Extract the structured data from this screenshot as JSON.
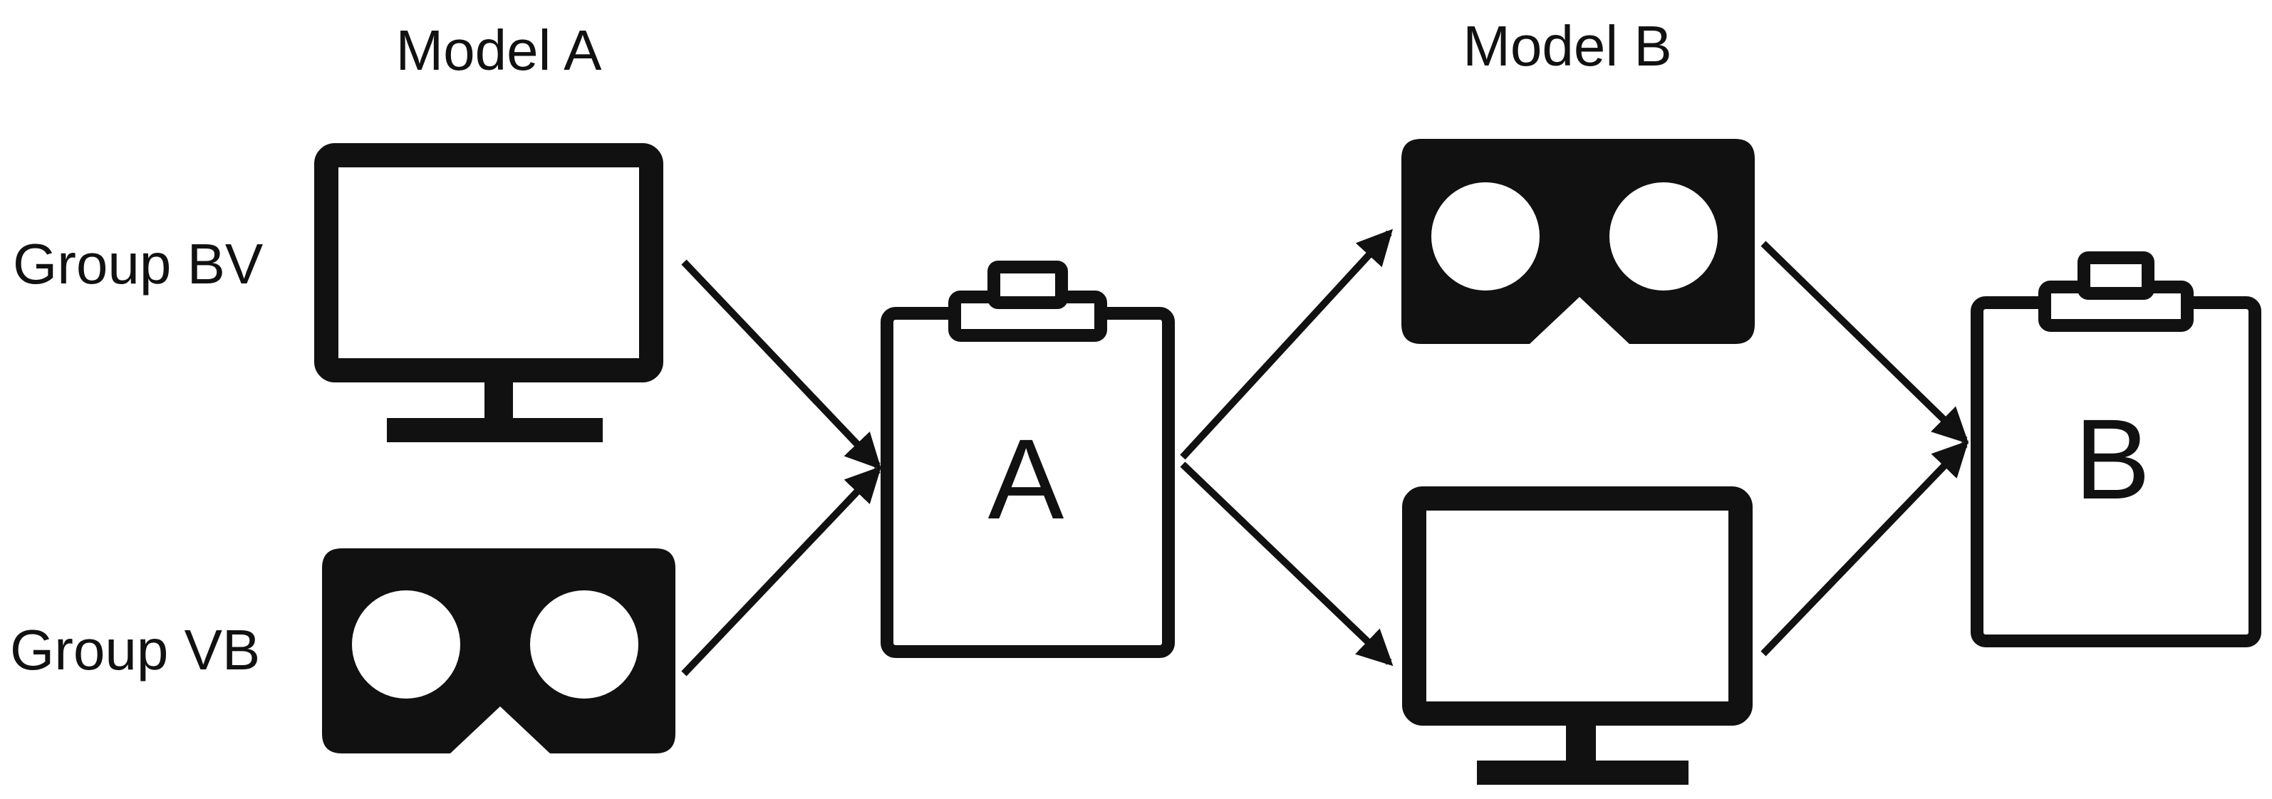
{
  "headings": {
    "model_a": "Model A",
    "model_b": "Model B"
  },
  "groups": {
    "bv": "Group BV",
    "vb": "Group VB"
  },
  "clipboards": {
    "a": "A",
    "b": "B"
  },
  "icons": {
    "monitor": "desktop-monitor-icon",
    "vr_headset": "vr-headset-icon",
    "clipboard": "clipboard-icon",
    "arrow": "arrow-icon"
  },
  "colors": {
    "ink": "#111111",
    "background": "#ffffff"
  }
}
